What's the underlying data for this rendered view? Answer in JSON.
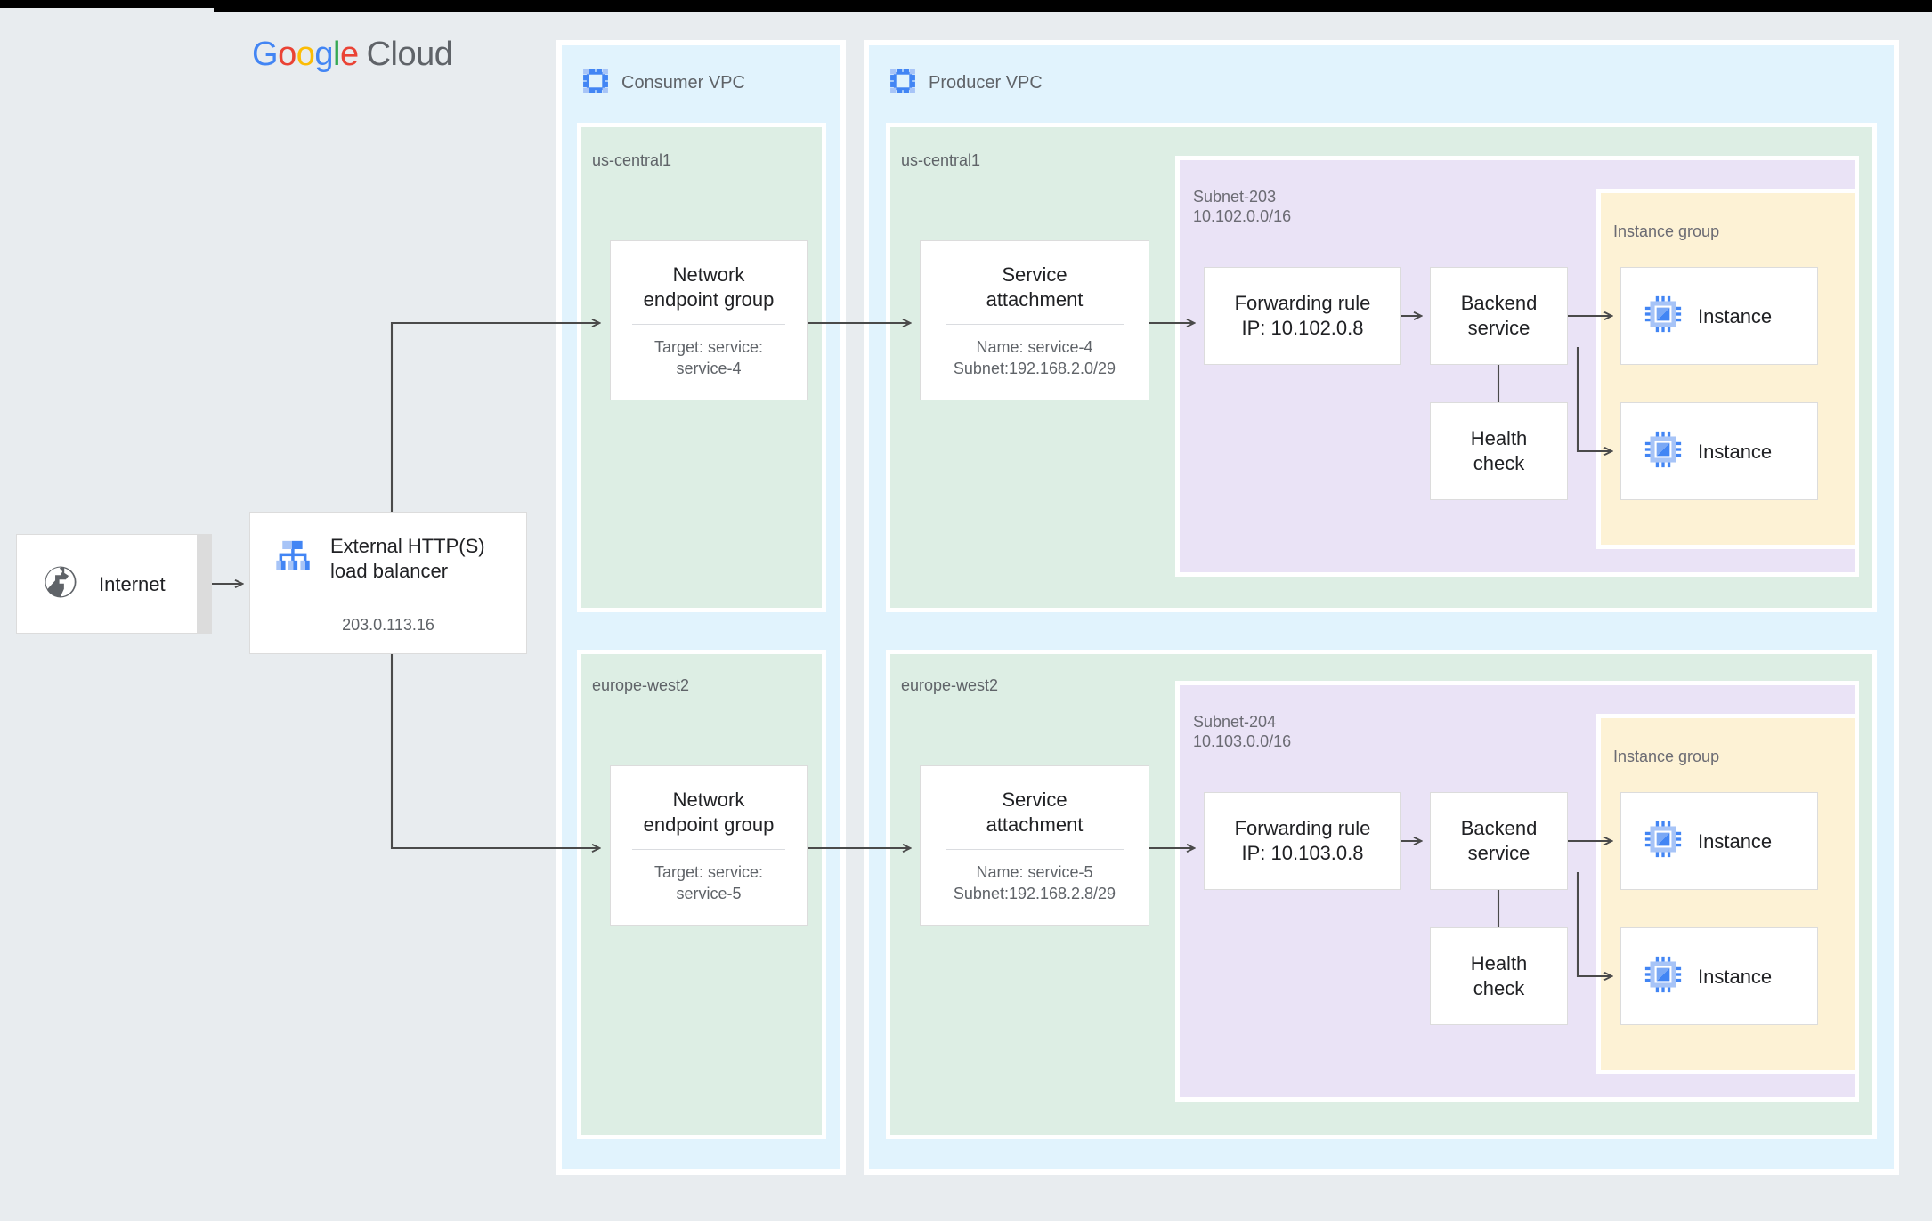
{
  "brand": {
    "g1": "G",
    "o1": "o",
    "o2": "o",
    "g2": "g",
    "l1": "l",
    "e1": "e",
    "cloud": "Cloud"
  },
  "internet": {
    "label": "Internet",
    "icon": "globe-icon"
  },
  "load_balancer": {
    "title": "External HTTP(S)\nload balancer",
    "ip": "203.0.113.16",
    "icon": "load-balancer-hierarchy-icon"
  },
  "consumer_vpc": {
    "title": "Consumer VPC",
    "icon": "vpc-icon",
    "regions": [
      {
        "name": "us-central1",
        "neg": {
          "title": "Network\nendpoint group",
          "sub": "Target: service:\nservice-4"
        }
      },
      {
        "name": "europe-west2",
        "neg": {
          "title": "Network\nendpoint group",
          "sub": "Target: service:\nservice-5"
        }
      }
    ]
  },
  "producer_vpc": {
    "title": "Producer VPC",
    "icon": "vpc-icon",
    "regions": [
      {
        "name": "us-central1",
        "service_attachment": {
          "title": "Service\nattachment",
          "sub": "Name: service-4\nSubnet:192.168.2.0/29"
        },
        "subnet": {
          "name": "Subnet-203",
          "cidr": "10.102.0.0/16"
        },
        "forwarding_rule": {
          "title": "Forwarding rule\nIP: 10.102.0.8"
        },
        "backend_service": {
          "title": "Backend\nservice"
        },
        "health_check": {
          "title": "Health\ncheck"
        },
        "instance_group": {
          "label": "Instance group",
          "instances": [
            {
              "label": "Instance",
              "icon": "cpu-chip-icon"
            },
            {
              "label": "Instance",
              "icon": "cpu-chip-icon"
            }
          ]
        }
      },
      {
        "name": "europe-west2",
        "service_attachment": {
          "title": "Service\nattachment",
          "sub": "Name: service-5\nSubnet:192.168.2.8/29"
        },
        "subnet": {
          "name": "Subnet-204",
          "cidr": "10.103.0.0/16"
        },
        "forwarding_rule": {
          "title": "Forwarding rule\nIP: 10.103.0.8"
        },
        "backend_service": {
          "title": "Backend\nservice"
        },
        "health_check": {
          "title": "Health\ncheck"
        },
        "instance_group": {
          "label": "Instance group",
          "instances": [
            {
              "label": "Instance",
              "icon": "cpu-chip-icon"
            },
            {
              "label": "Instance",
              "icon": "cpu-chip-icon"
            }
          ]
        }
      }
    ]
  },
  "colors": {
    "page_background": "#e8ecef",
    "vpc_background": "#e1f3fd",
    "region_background": "#ddeee4",
    "subnet_background": "#eae3f6",
    "instance_group_background": "#fdf2d5",
    "accent_blue": "#5b94f0",
    "connector": "#5f6368"
  }
}
